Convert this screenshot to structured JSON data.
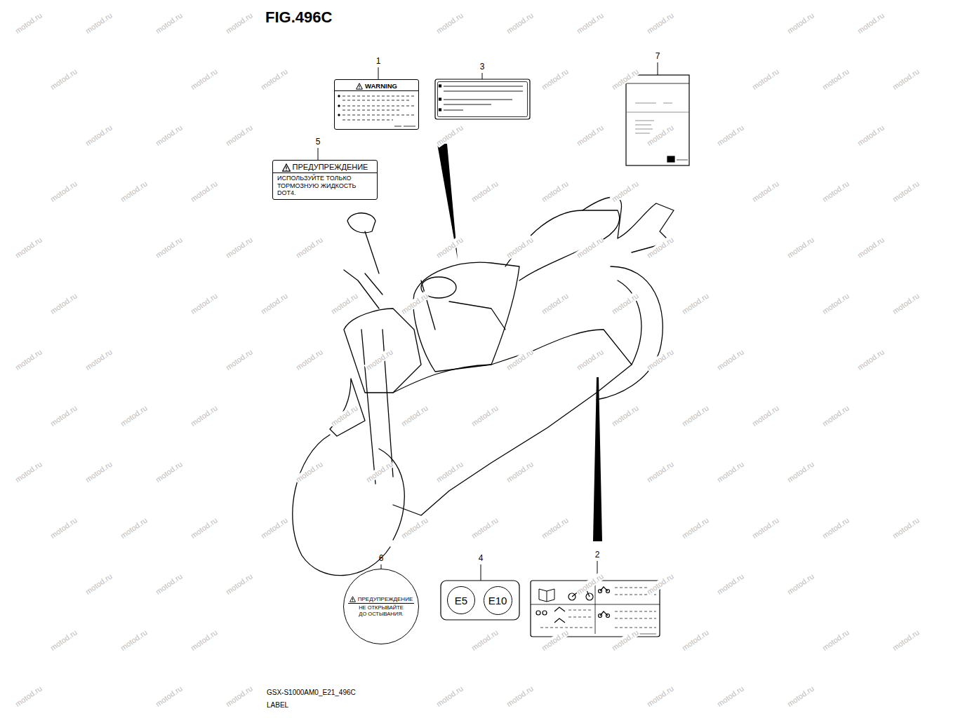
{
  "diagram": {
    "title": "FIG.496C",
    "nodes": [
      {
        "text": [
          "WARNING"
        ]
      },
      {
        "text": [
          "ПРЕДУПРЕЖДЕНИЕ",
          "ИСПОЛЬЗУЙТЕ ТОЛЬКО ТОРМОЗНУЮ ЖИДКОСТЬ DOT4."
        ]
      },
      {
        "text": [
          "ПРЕДУПРЕЖДЕНИЕ",
          "НЕ ОТКРЫВАЙТЕ ДО ОСТЫВАНИЯ."
        ]
      },
      {
        "text": [
          "E5"
        ]
      },
      {
        "text": [
          "E10"
        ]
      }
    ],
    "labels": [
      "1",
      "3",
      "7",
      "5",
      "6",
      "4",
      "2",
      "GSX-S1000AM0_E21_496C",
      "LABEL",
      "motod.ru",
      "motod.ru",
      "motod.ru",
      "motod.ru",
      "motod.ru",
      "motod.ru",
      "motod.ru",
      "motod.ru",
      "motod.ru",
      "motod.ru",
      "motod.ru",
      "motod.ru",
      "motod.ru",
      "motod.ru",
      "motod.ru",
      "motod.ru",
      "motod.ru",
      "motod.ru",
      "motod.ru",
      "motod.ru",
      "motod.ru",
      "motod.ru",
      "motod.ru",
      "motod.ru",
      "motod.ru",
      "motod.ru",
      "motod.ru",
      "motod.ru",
      "motod.ru",
      "motod.ru",
      "motod.ru",
      "motod.ru",
      "motod.ru",
      "motod.ru",
      "motod.ru",
      "motod.ru",
      "motod.ru",
      "motod.ru",
      "motod.ru",
      "motod.ru",
      "motod.ru",
      "motod.ru",
      "motod.ru",
      "motod.ru",
      "motod.ru",
      "motod.ru",
      "motod.ru",
      "motod.ru",
      "motod.ru",
      "motod.ru",
      "motod.ru",
      "motod.ru",
      "motod.ru",
      "motod.ru",
      "motod.ru",
      "motod.ru",
      "motod.ru",
      "motod.ru",
      "motod.ru",
      "motod.ru",
      "motod.ru",
      "motod.ru",
      "motod.ru",
      "motod.ru",
      "motod.ru",
      "motod.ru",
      "motod.ru",
      "motod.ru",
      "motod.ru",
      "motod.ru",
      "motod.ru",
      "motod.ru",
      "motod.ru",
      "motod.ru",
      "motod.ru",
      "motod.ru",
      "motod.ru",
      "motod.ru",
      "motod.ru",
      "motod.ru",
      "motod.ru",
      "motod.ru",
      "motod.ru",
      "motod.ru",
      "motod.ru",
      "motod.ru",
      "motod.ru",
      "motod.ru",
      "motod.ru",
      "motod.ru",
      "motod.ru",
      "motod.ru",
      "motod.ru",
      "motod.ru",
      "motod.ru",
      "motod.ru",
      "motod.ru",
      "motod.ru",
      "motod.ru",
      "motod.ru",
      "motod.ru",
      "motod.ru",
      "motod.ru",
      "motod.ru",
      "motod.ru",
      "motod.ru",
      "motod.ru",
      "motod.ru",
      "motod.ru",
      "motod.ru",
      "motod.ru",
      "motod.ru",
      "motod.ru",
      "motod.ru",
      "motod.ru",
      "motod.ru",
      "motod.ru",
      "motod.ru",
      "motod.ru",
      "motod.ru"
    ]
  }
}
